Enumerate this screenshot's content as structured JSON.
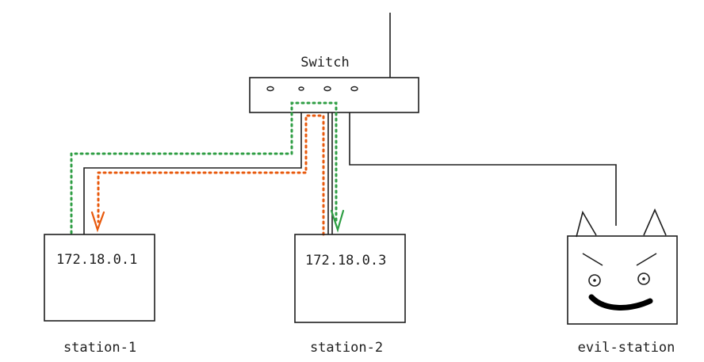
{
  "switch": {
    "label": "Switch"
  },
  "stations": [
    {
      "name": "station-1",
      "ip": "172.18.0.1"
    },
    {
      "name": "station-2",
      "ip": "172.18.0.3"
    },
    {
      "name": "evil-station",
      "ip": ""
    }
  ],
  "colors": {
    "line": "#1e1e1e",
    "path_green": "#2f9e44",
    "path_orange": "#e8590c",
    "background": "#ffffff"
  }
}
